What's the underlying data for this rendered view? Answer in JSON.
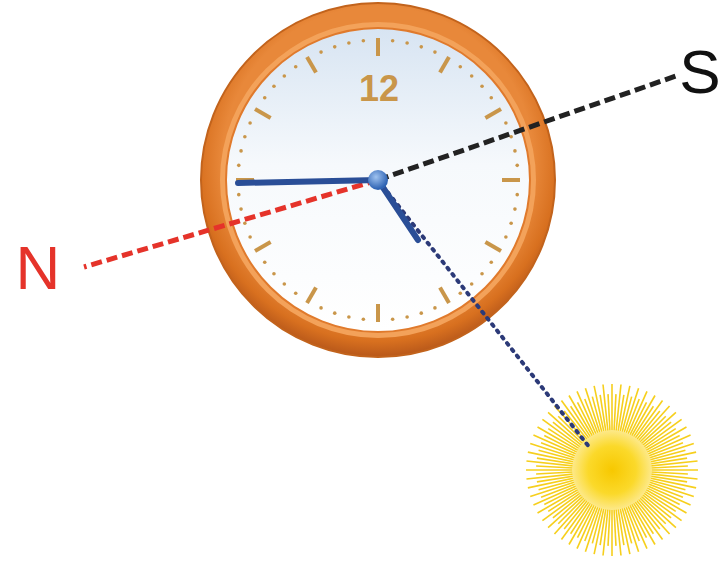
{
  "diagram": {
    "labels": [
      "12",
      "N",
      "S"
    ]
  }
}
